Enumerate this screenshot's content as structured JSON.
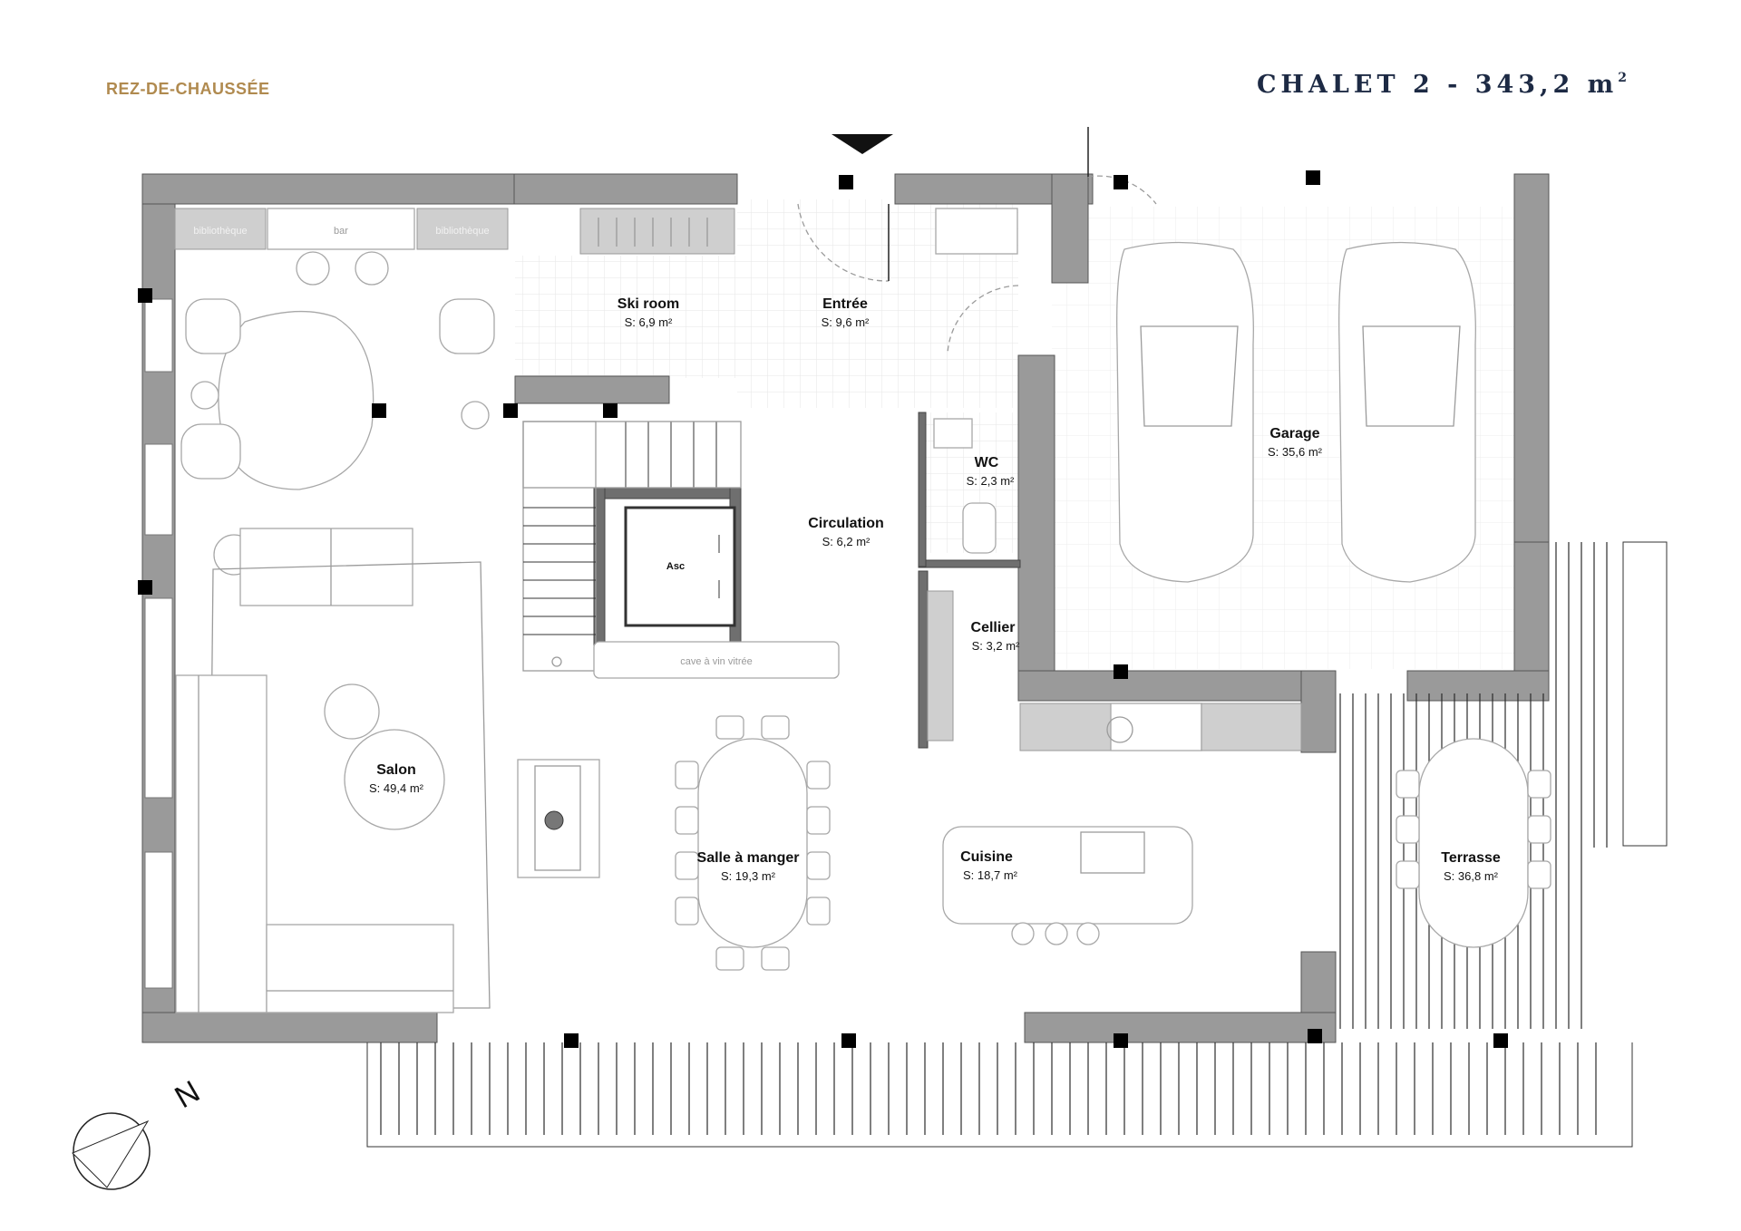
{
  "header": {
    "floor": "REZ-DE-CHAUSSÉE",
    "title": "CHALET 2 - 343,2 m",
    "title_sup": "2",
    "floor_color": "#b08a4f",
    "title_color": "#1d2a44"
  },
  "compass": {
    "label": "N"
  },
  "fixtures": {
    "bibliotheque_left": "bibliothèque",
    "bar": "bar",
    "bibliotheque_right": "bibliothèque",
    "cave": "cave à vin vitrée",
    "asc": "Asc"
  },
  "rooms": {
    "ski": {
      "name": "Ski room",
      "area": "S: 6,9 m²"
    },
    "entree": {
      "name": "Entrée",
      "area": "S: 9,6 m²"
    },
    "garage": {
      "name": "Garage",
      "area": "S: 35,6 m²"
    },
    "wc": {
      "name": "WC",
      "area": "S: 2,3 m²"
    },
    "circulation": {
      "name": "Circulation",
      "area": "S: 6,2 m²"
    },
    "cellier": {
      "name": "Cellier",
      "area": "S: 3,2 m²"
    },
    "salon": {
      "name": "Salon",
      "area": "S: 49,4 m²"
    },
    "salle": {
      "name": "Salle à manger",
      "area": "S: 19,3 m²"
    },
    "cuisine": {
      "name": "Cuisine",
      "area": "S: 18,7 m²"
    },
    "terrasse": {
      "name": "Terrasse",
      "area": "S: 36,8 m²"
    }
  }
}
